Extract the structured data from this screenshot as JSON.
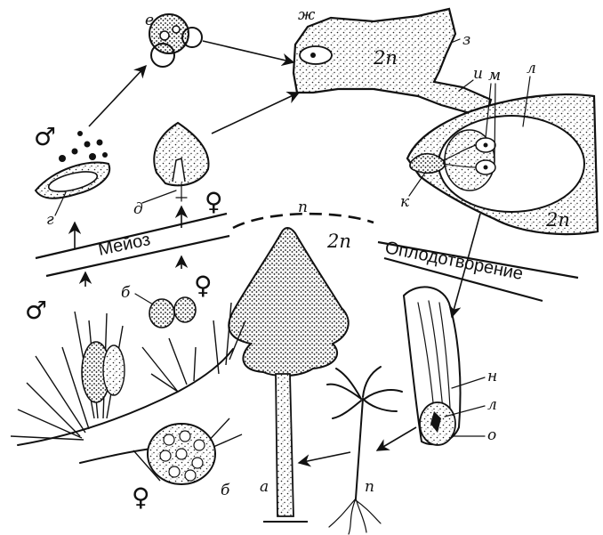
{
  "stages": {
    "meiosis": "Мейоз",
    "fertilization": "Оплодотворение"
  },
  "ploidy": {
    "haploid": "n",
    "diploid": "2n"
  },
  "labels": {
    "a": "а",
    "b": "б",
    "d": "д",
    "e": "е",
    "g": "г",
    "zh": "ж",
    "z": "з",
    "i": "и",
    "k": "к",
    "l": "л",
    "m": "м",
    "n": "н",
    "o": "о"
  },
  "symbols": {
    "male": "♂",
    "female": "♀"
  },
  "colors": {
    "ink": "#111111",
    "background": "#ffffff"
  }
}
